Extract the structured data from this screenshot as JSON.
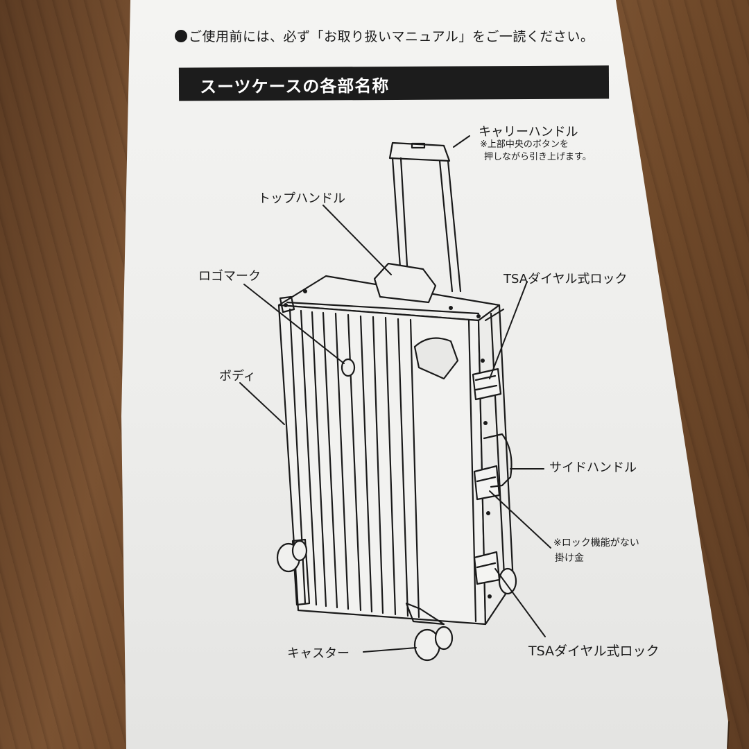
{
  "notice": "ご使用前には、必ず「お取り扱いマニュアル」をご一読ください。",
  "section_title": "スーツケースの各部名称",
  "diagram": {
    "subject": "suitcase",
    "labels": {
      "carry_handle": "キャリーハンドル",
      "carry_handle_note_1": "※上部中央のボタンを",
      "carry_handle_note_2": "押しながら引き上げます。",
      "top_handle": "トップハンドル",
      "logo_mark": "ロゴマーク",
      "tsa_lock_upper": "TSAダイヤル式ロック",
      "body": "ボディ",
      "side_handle": "サイドハンドル",
      "latch_note_1": "※ロック機能がない",
      "latch_note_2": "掛け金",
      "casters": "キャスター",
      "tsa_lock_lower": "TSAダイヤル式ロック"
    }
  },
  "colors": {
    "ink": "#1a1a1a",
    "paper": "#f0f0ee",
    "wood": "#6e4829"
  }
}
